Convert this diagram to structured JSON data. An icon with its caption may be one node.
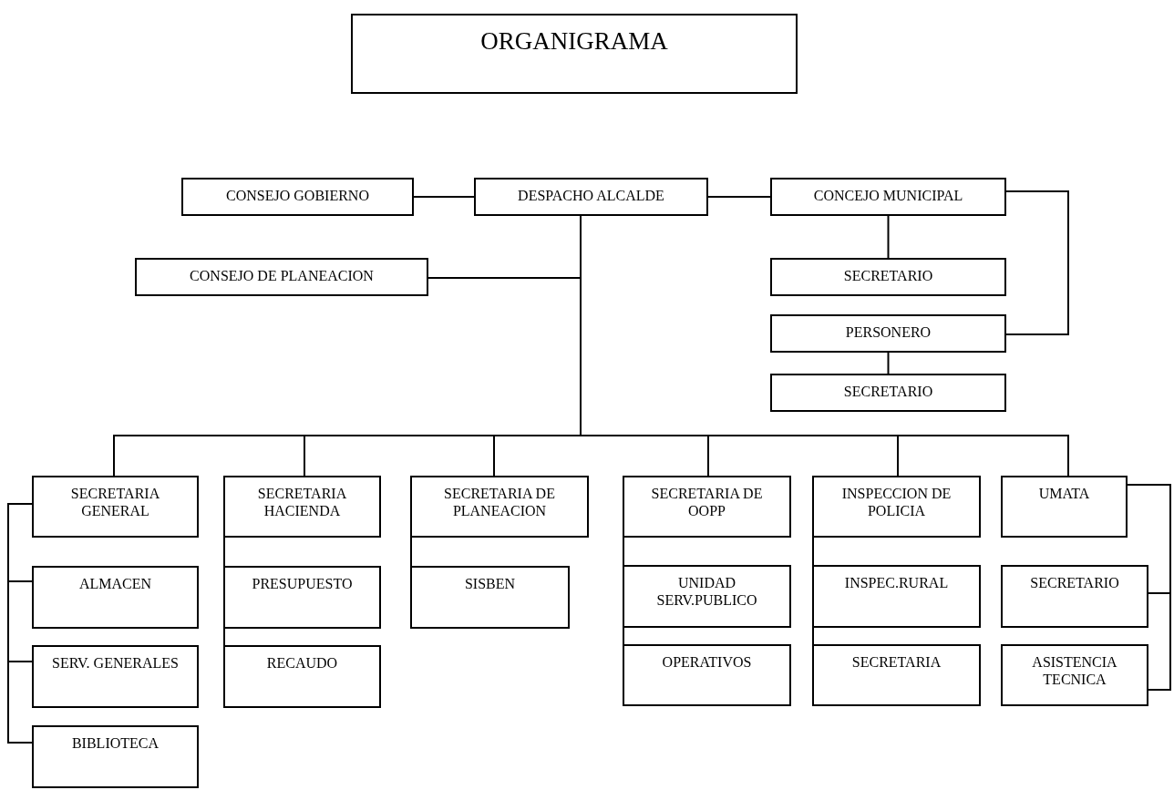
{
  "diagram": {
    "nodes": [
      {
        "text": [
          "ORGANIGRAMA"
        ]
      },
      {
        "text": [
          "CONSEJO GOBIERNO"
        ]
      },
      {
        "text": [
          "DESPACHO ALCALDE"
        ]
      },
      {
        "text": [
          "CONCEJO MUNICIPAL"
        ]
      },
      {
        "text": [
          "CONSEJO DE PLANEACION"
        ]
      },
      {
        "text": [
          "SECRETARIO"
        ]
      },
      {
        "text": [
          "PERSONERO"
        ]
      },
      {
        "text": [
          "SECRETARIO"
        ]
      },
      {
        "text": [
          "SECRETARIA GENERAL"
        ]
      },
      {
        "text": [
          "SECRETARIA HACIENDA"
        ]
      },
      {
        "text": [
          "SECRETARIA DE PLANEACION"
        ]
      },
      {
        "text": [
          "SECRETARIA DE OOPP"
        ]
      },
      {
        "text": [
          "INSPECCION DE POLICIA"
        ]
      },
      {
        "text": [
          "UMATA"
        ]
      },
      {
        "text": [
          "ALMACEN"
        ]
      },
      {
        "text": [
          "PRESUPUESTO"
        ]
      },
      {
        "text": [
          "SISBEN"
        ]
      },
      {
        "text": [
          "UNIDAD SERV.PUBLICO"
        ]
      },
      {
        "text": [
          "INSPEC.RURAL"
        ]
      },
      {
        "text": [
          "SECRETARIO"
        ]
      },
      {
        "text": [
          "SERV. GENERALES"
        ]
      },
      {
        "text": [
          "RECAUDO"
        ]
      },
      {
        "text": [
          "OPERATIVOS"
        ]
      },
      {
        "text": [
          "SECRETARIA"
        ]
      },
      {
        "text": [
          "ASISTENCIA TECNICA"
        ]
      },
      {
        "text": [
          "BIBLIOTECA"
        ]
      }
    ],
    "edges": [
      {
        "from": 1,
        "to": 2,
        "arrow": "none"
      },
      {
        "from": 2,
        "to": 3,
        "arrow": "none"
      },
      {
        "from": 2,
        "to": 4,
        "arrow": "none"
      },
      {
        "from": 3,
        "to": 5,
        "arrow": "none"
      },
      {
        "from": 3,
        "to": 6,
        "arrow": "none"
      },
      {
        "from": 6,
        "to": 7,
        "arrow": "none"
      },
      {
        "from": 2,
        "to": 8,
        "arrow": "none"
      },
      {
        "from": 2,
        "to": 9,
        "arrow": "none"
      },
      {
        "from": 2,
        "to": 10,
        "arrow": "none"
      },
      {
        "from": 2,
        "to": 11,
        "arrow": "none"
      },
      {
        "from": 2,
        "to": 12,
        "arrow": "none"
      },
      {
        "from": 2,
        "to": 13,
        "arrow": "none"
      },
      {
        "from": 8,
        "to": 14,
        "arrow": "none"
      },
      {
        "from": 8,
        "to": 20,
        "arrow": "none"
      },
      {
        "from": 8,
        "to": 25,
        "arrow": "none"
      },
      {
        "from": 9,
        "to": 15,
        "arrow": "none"
      },
      {
        "from": 9,
        "to": 21,
        "arrow": "none"
      },
      {
        "from": 10,
        "to": 16,
        "arrow": "none"
      },
      {
        "from": 11,
        "to": 17,
        "arrow": "none"
      },
      {
        "from": 11,
        "to": 22,
        "arrow": "none"
      },
      {
        "from": 12,
        "to": 18,
        "arrow": "none"
      },
      {
        "from": 12,
        "to": 23,
        "arrow": "none"
      },
      {
        "from": 13,
        "to": 19,
        "arrow": "none"
      },
      {
        "from": 13,
        "to": 24,
        "arrow": "none"
      }
    ]
  }
}
